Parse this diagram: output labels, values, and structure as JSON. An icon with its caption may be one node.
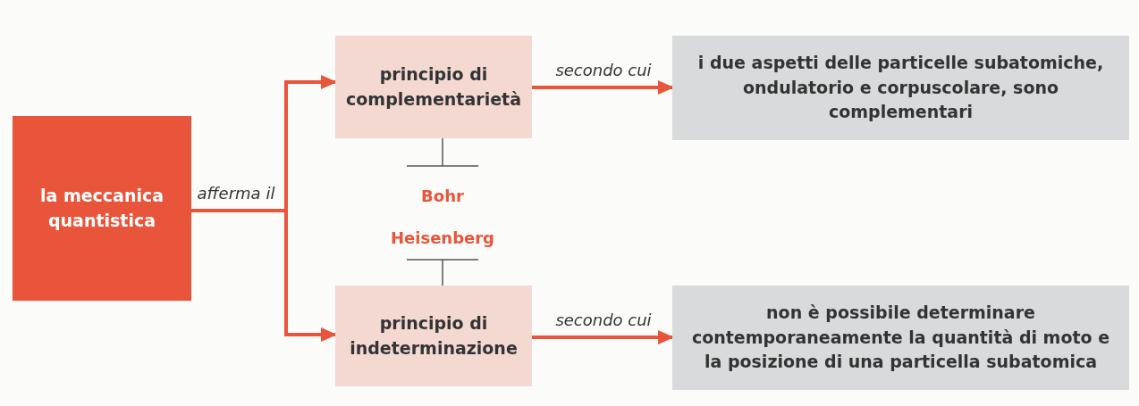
{
  "diagram": {
    "nodes": [
      {
        "text": [
          "la meccanica quantistica"
        ]
      },
      {
        "text": [
          "principio di complementarietà"
        ]
      },
      {
        "text": [
          "i due aspetti delle particelle subatomiche, ondulatorio e corpuscolare, sono complementari"
        ]
      },
      {
        "text": [
          "Bohr"
        ]
      },
      {
        "text": [
          "Heisenberg"
        ]
      },
      {
        "text": [
          "principio di indeterminazione"
        ]
      },
      {
        "text": [
          "non è possibile determinare contemporaneamente la quantità di moto e la posizione di una particella subatomica"
        ]
      }
    ],
    "edges": [
      {
        "from": 0,
        "to": 1,
        "arrow": "to",
        "label": "afferma il"
      },
      {
        "from": 0,
        "to": 5,
        "arrow": "to"
      },
      {
        "from": 1,
        "to": 2,
        "arrow": "to",
        "label": "secondo cui"
      },
      {
        "from": 5,
        "to": 6,
        "arrow": "to",
        "label": "secondo cui"
      },
      {
        "from": 3,
        "to": 1,
        "arrow": "other",
        "color": "#555555"
      },
      {
        "from": 4,
        "to": 5,
        "arrow": "other",
        "color": "#555555"
      }
    ]
  }
}
